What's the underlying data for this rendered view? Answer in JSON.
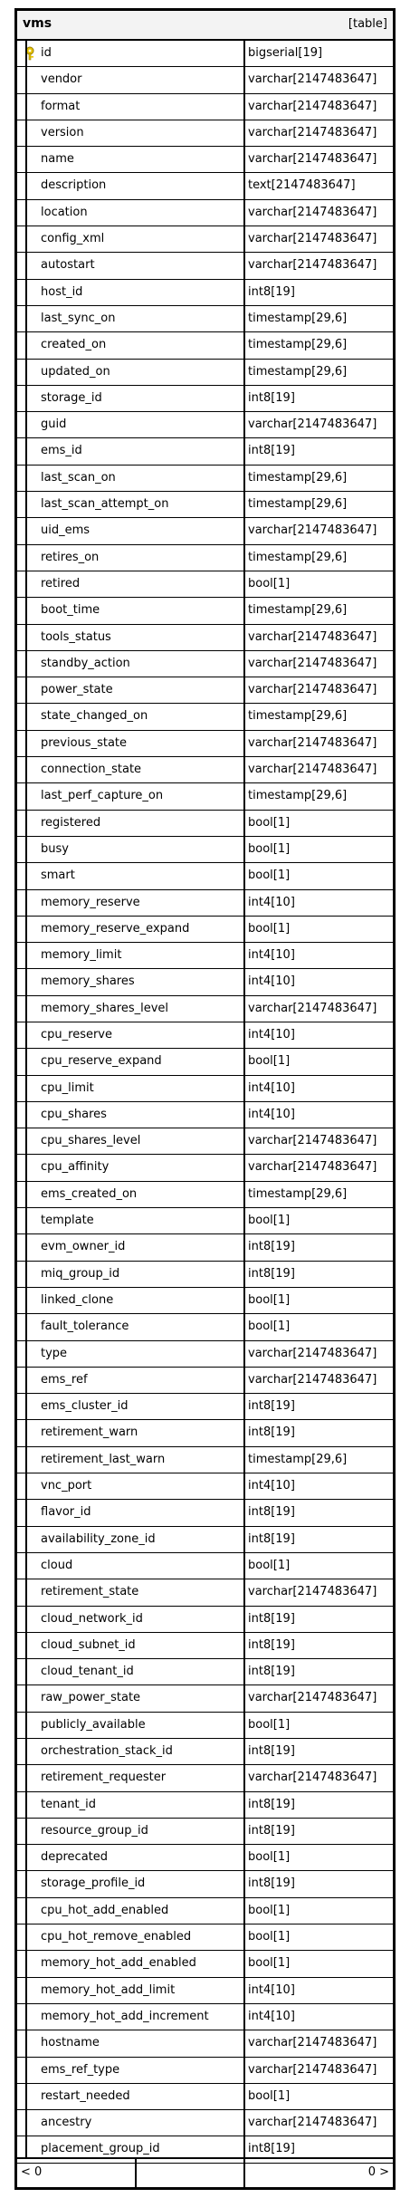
{
  "table": {
    "name": "vms",
    "kind": "[table]",
    "footer_left": "< 0",
    "footer_right": "0 >",
    "columns": [
      {
        "name": "id",
        "type": "bigserial[19]",
        "pk": true
      },
      {
        "name": "vendor",
        "type": "varchar[2147483647]"
      },
      {
        "name": "format",
        "type": "varchar[2147483647]"
      },
      {
        "name": "version",
        "type": "varchar[2147483647]"
      },
      {
        "name": "name",
        "type": "varchar[2147483647]"
      },
      {
        "name": "description",
        "type": "text[2147483647]"
      },
      {
        "name": "location",
        "type": "varchar[2147483647]"
      },
      {
        "name": "config_xml",
        "type": "varchar[2147483647]"
      },
      {
        "name": "autostart",
        "type": "varchar[2147483647]"
      },
      {
        "name": "host_id",
        "type": "int8[19]"
      },
      {
        "name": "last_sync_on",
        "type": "timestamp[29,6]"
      },
      {
        "name": "created_on",
        "type": "timestamp[29,6]"
      },
      {
        "name": "updated_on",
        "type": "timestamp[29,6]"
      },
      {
        "name": "storage_id",
        "type": "int8[19]"
      },
      {
        "name": "guid",
        "type": "varchar[2147483647]"
      },
      {
        "name": "ems_id",
        "type": "int8[19]"
      },
      {
        "name": "last_scan_on",
        "type": "timestamp[29,6]"
      },
      {
        "name": "last_scan_attempt_on",
        "type": "timestamp[29,6]"
      },
      {
        "name": "uid_ems",
        "type": "varchar[2147483647]"
      },
      {
        "name": "retires_on",
        "type": "timestamp[29,6]"
      },
      {
        "name": "retired",
        "type": "bool[1]"
      },
      {
        "name": "boot_time",
        "type": "timestamp[29,6]"
      },
      {
        "name": "tools_status",
        "type": "varchar[2147483647]"
      },
      {
        "name": "standby_action",
        "type": "varchar[2147483647]"
      },
      {
        "name": "power_state",
        "type": "varchar[2147483647]"
      },
      {
        "name": "state_changed_on",
        "type": "timestamp[29,6]"
      },
      {
        "name": "previous_state",
        "type": "varchar[2147483647]"
      },
      {
        "name": "connection_state",
        "type": "varchar[2147483647]"
      },
      {
        "name": "last_perf_capture_on",
        "type": "timestamp[29,6]"
      },
      {
        "name": "registered",
        "type": "bool[1]"
      },
      {
        "name": "busy",
        "type": "bool[1]"
      },
      {
        "name": "smart",
        "type": "bool[1]"
      },
      {
        "name": "memory_reserve",
        "type": "int4[10]"
      },
      {
        "name": "memory_reserve_expand",
        "type": "bool[1]"
      },
      {
        "name": "memory_limit",
        "type": "int4[10]"
      },
      {
        "name": "memory_shares",
        "type": "int4[10]"
      },
      {
        "name": "memory_shares_level",
        "type": "varchar[2147483647]"
      },
      {
        "name": "cpu_reserve",
        "type": "int4[10]"
      },
      {
        "name": "cpu_reserve_expand",
        "type": "bool[1]"
      },
      {
        "name": "cpu_limit",
        "type": "int4[10]"
      },
      {
        "name": "cpu_shares",
        "type": "int4[10]"
      },
      {
        "name": "cpu_shares_level",
        "type": "varchar[2147483647]"
      },
      {
        "name": "cpu_affinity",
        "type": "varchar[2147483647]"
      },
      {
        "name": "ems_created_on",
        "type": "timestamp[29,6]"
      },
      {
        "name": "template",
        "type": "bool[1]"
      },
      {
        "name": "evm_owner_id",
        "type": "int8[19]"
      },
      {
        "name": "miq_group_id",
        "type": "int8[19]"
      },
      {
        "name": "linked_clone",
        "type": "bool[1]"
      },
      {
        "name": "fault_tolerance",
        "type": "bool[1]"
      },
      {
        "name": "type",
        "type": "varchar[2147483647]"
      },
      {
        "name": "ems_ref",
        "type": "varchar[2147483647]"
      },
      {
        "name": "ems_cluster_id",
        "type": "int8[19]"
      },
      {
        "name": "retirement_warn",
        "type": "int8[19]"
      },
      {
        "name": "retirement_last_warn",
        "type": "timestamp[29,6]"
      },
      {
        "name": "vnc_port",
        "type": "int4[10]"
      },
      {
        "name": "flavor_id",
        "type": "int8[19]"
      },
      {
        "name": "availability_zone_id",
        "type": "int8[19]"
      },
      {
        "name": "cloud",
        "type": "bool[1]"
      },
      {
        "name": "retirement_state",
        "type": "varchar[2147483647]"
      },
      {
        "name": "cloud_network_id",
        "type": "int8[19]"
      },
      {
        "name": "cloud_subnet_id",
        "type": "int8[19]"
      },
      {
        "name": "cloud_tenant_id",
        "type": "int8[19]"
      },
      {
        "name": "raw_power_state",
        "type": "varchar[2147483647]"
      },
      {
        "name": "publicly_available",
        "type": "bool[1]"
      },
      {
        "name": "orchestration_stack_id",
        "type": "int8[19]"
      },
      {
        "name": "retirement_requester",
        "type": "varchar[2147483647]"
      },
      {
        "name": "tenant_id",
        "type": "int8[19]"
      },
      {
        "name": "resource_group_id",
        "type": "int8[19]"
      },
      {
        "name": "deprecated",
        "type": "bool[1]"
      },
      {
        "name": "storage_profile_id",
        "type": "int8[19]"
      },
      {
        "name": "cpu_hot_add_enabled",
        "type": "bool[1]"
      },
      {
        "name": "cpu_hot_remove_enabled",
        "type": "bool[1]"
      },
      {
        "name": "memory_hot_add_enabled",
        "type": "bool[1]"
      },
      {
        "name": "memory_hot_add_limit",
        "type": "int4[10]"
      },
      {
        "name": "memory_hot_add_increment",
        "type": "int4[10]"
      },
      {
        "name": "hostname",
        "type": "varchar[2147483647]"
      },
      {
        "name": "ems_ref_type",
        "type": "varchar[2147483647]"
      },
      {
        "name": "restart_needed",
        "type": "bool[1]"
      },
      {
        "name": "ancestry",
        "type": "varchar[2147483647]"
      },
      {
        "name": "placement_group_id",
        "type": "int8[19]"
      }
    ]
  },
  "colors": {
    "border": "#000000",
    "header_bg": "#f3f3f3",
    "key": "#e8c400"
  }
}
